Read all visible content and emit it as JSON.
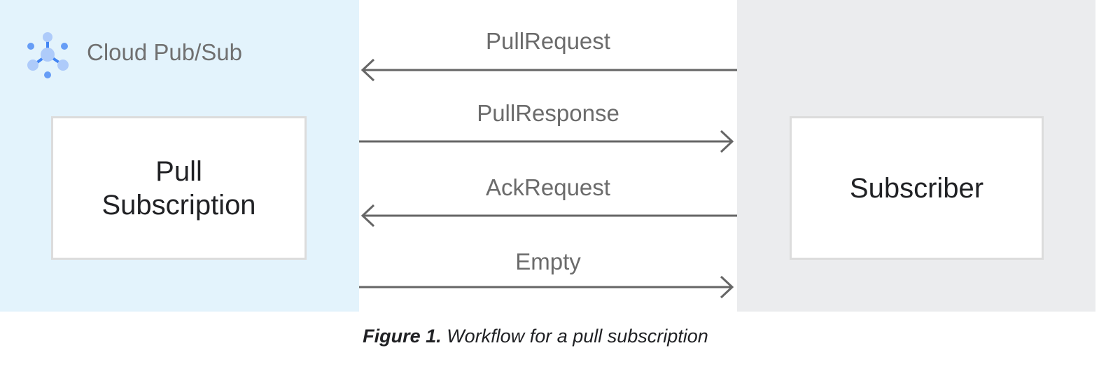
{
  "publisher": {
    "brand": "Cloud Pub/Sub",
    "icon": "pubsub-hexagon-icon",
    "box_label": "Pull Subscription",
    "background": "#e3f3fc"
  },
  "subscriber": {
    "box_label": "Subscriber",
    "background": "#ebecee"
  },
  "messages": [
    {
      "label": "PullRequest",
      "direction": "to-publisher"
    },
    {
      "label": "PullResponse",
      "direction": "to-subscriber"
    },
    {
      "label": "AckRequest",
      "direction": "to-publisher"
    },
    {
      "label": "Empty",
      "direction": "to-subscriber"
    }
  ],
  "caption": {
    "prefix": "Figure 1.",
    "text": " Workflow for a pull subscription"
  }
}
